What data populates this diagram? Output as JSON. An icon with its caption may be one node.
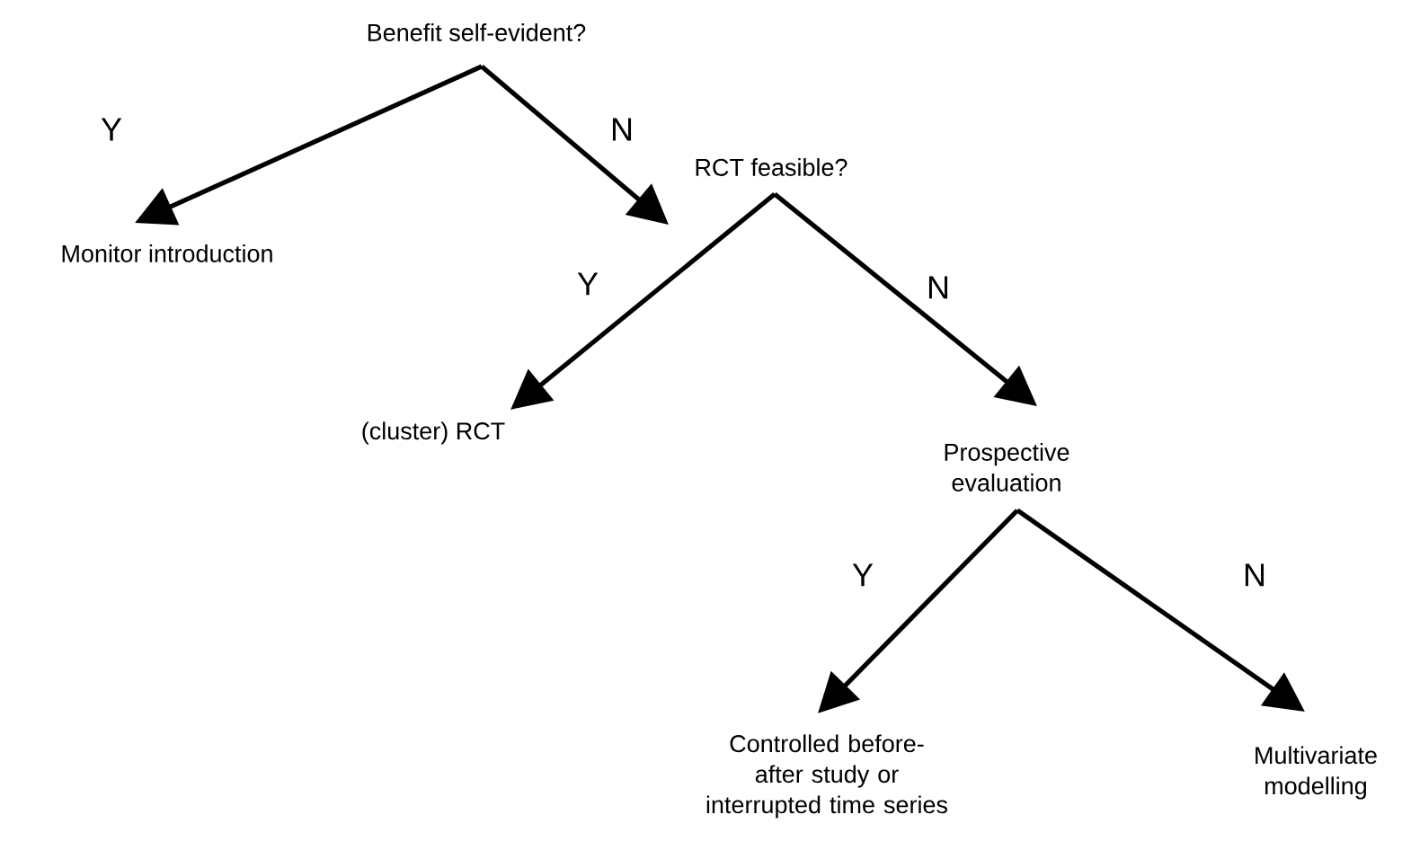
{
  "diagram": {
    "nodes": [
      {
        "text": [
          "Benefit self-evident?"
        ]
      },
      {
        "text": [
          "Monitor introduction"
        ]
      },
      {
        "text": [
          "RCT feasible?"
        ]
      },
      {
        "text": [
          "(cluster) RCT"
        ]
      },
      {
        "text": [
          "Prospective evaluation"
        ]
      },
      {
        "text": [
          "Controlled before-after study or interrupted time series"
        ]
      },
      {
        "text": [
          "Multivariate modelling"
        ]
      }
    ],
    "edges": [
      {
        "from": 0,
        "to": 1,
        "arrow": "to",
        "label": "Y"
      },
      {
        "from": 0,
        "to": 2,
        "arrow": "to",
        "label": "N"
      },
      {
        "from": 2,
        "to": 3,
        "arrow": "to",
        "label": "Y"
      },
      {
        "from": 2,
        "to": 4,
        "arrow": "to",
        "label": "N"
      },
      {
        "from": 4,
        "to": 5,
        "arrow": "to",
        "label": "Y"
      },
      {
        "from": 4,
        "to": 6,
        "arrow": "to",
        "label": "N"
      }
    ]
  }
}
